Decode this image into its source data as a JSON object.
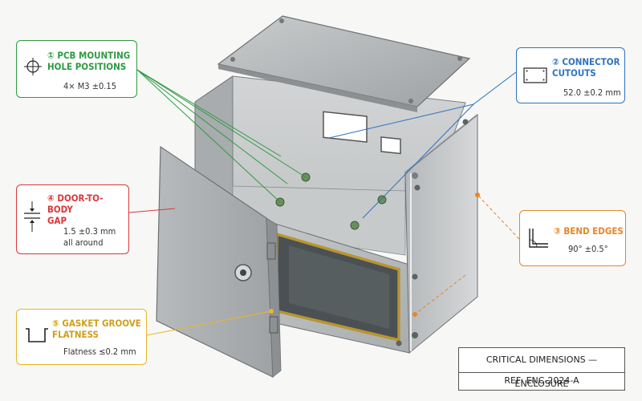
{
  "colors": {
    "pcb": "#2e9a42",
    "connector": "#2f72bd",
    "bend": "#e5862c",
    "door_gap": "#d9373a",
    "gasket": "#e8b629"
  },
  "callouts": {
    "pcb_mounting": {
      "title": "① PCB MOUNTING\nHOLE POSITIONS",
      "spec": "4× M3 ±0.15",
      "icon": "crosshair-icon"
    },
    "connector_cutouts": {
      "title": "② CONNECTOR\nCUTOUTS",
      "spec": "52.0 ±0.2 mm",
      "icon": "cutout-plate-icon"
    },
    "bend_edges": {
      "title": "③ BEND EDGES",
      "spec": "90° ±0.5°",
      "icon": "right-angle-icon"
    },
    "door_gap": {
      "title": "④ DOOR-TO-BODY\nGAP",
      "spec": "1.5 ±0.3 mm\nall around",
      "icon": "gap-dimension-icon"
    },
    "gasket_groove": {
      "title": "⑤ GASKET GROOVE\nFLATNESS",
      "spec": "Flatness ≤0.2 mm",
      "icon": "groove-profile-icon"
    }
  },
  "title_block": {
    "title": "CRITICAL DIMENSIONS — ENCLOSURE",
    "ref": "REF: ENC-2024-A"
  }
}
